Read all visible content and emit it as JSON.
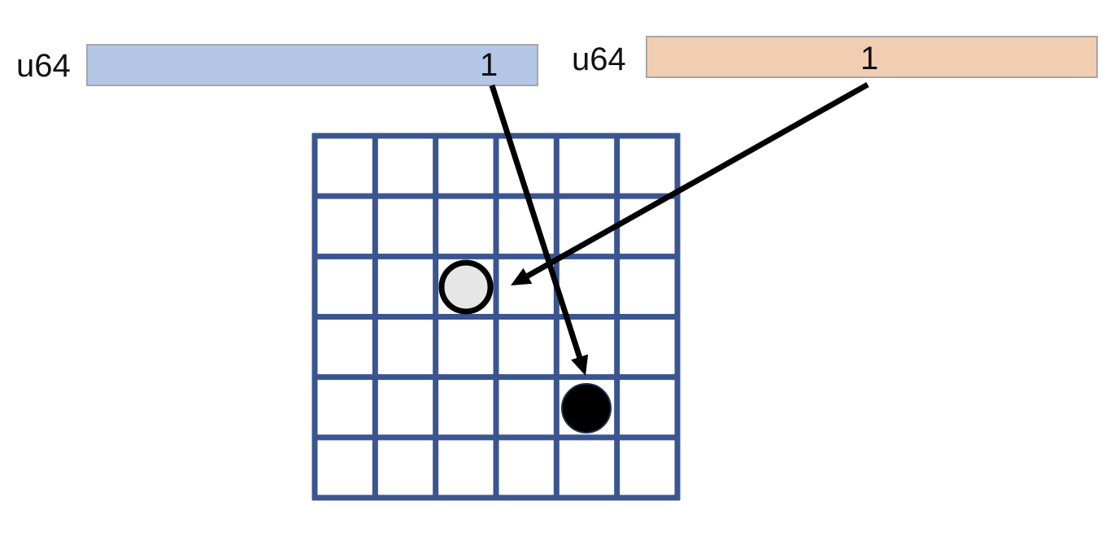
{
  "left_board": {
    "type_label": "u64",
    "bit_value": "1",
    "color": "#b4c7e7"
  },
  "right_board": {
    "type_label": "u64",
    "bit_value": "1",
    "color": "#f1cdb1"
  },
  "grid": {
    "rows": 6,
    "cols": 6,
    "line_color": "#3a5590"
  },
  "pieces": [
    {
      "name": "white-stone",
      "color": "#e6e6e6",
      "outline": "#000000"
    },
    {
      "name": "black-stone",
      "color": "#000000",
      "outline": "#1f2d50"
    }
  ],
  "arrow_color": "#000000"
}
